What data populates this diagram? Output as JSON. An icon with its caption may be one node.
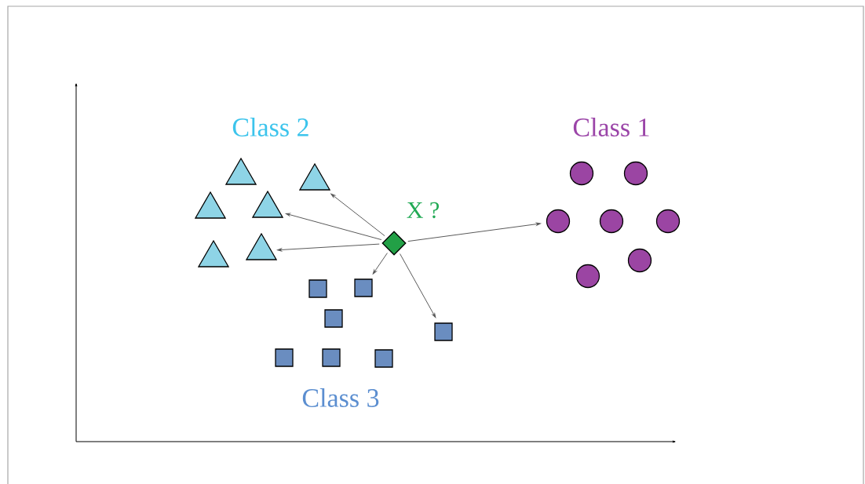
{
  "diagram": {
    "nodes": [
      {
        "text": [],
        "shape": "triangle"
      },
      {
        "text": [],
        "shape": "triangle"
      },
      {
        "text": [],
        "shape": "triangle"
      },
      {
        "text": [],
        "shape": "triangle"
      },
      {
        "text": [],
        "shape": "triangle"
      },
      {
        "text": [],
        "shape": "triangle"
      },
      {
        "text": [],
        "shape": "diamond",
        "beside": [
          "X ?"
        ]
      },
      {
        "text": [],
        "shape": "circle"
      },
      {
        "text": [],
        "shape": "circle"
      },
      {
        "text": [],
        "shape": "circle"
      },
      {
        "text": [],
        "shape": "circle"
      },
      {
        "text": [],
        "shape": "circle"
      },
      {
        "text": [],
        "shape": "circle"
      },
      {
        "text": [],
        "shape": "circle"
      },
      {
        "text": [],
        "shape": "box"
      },
      {
        "text": [],
        "shape": "box"
      },
      {
        "text": [],
        "shape": "box"
      },
      {
        "text": [],
        "shape": "box"
      },
      {
        "text": [],
        "shape": "box"
      },
      {
        "text": [],
        "shape": "box"
      },
      {
        "text": [],
        "shape": "box"
      }
    ],
    "edges": [
      {
        "from": 6,
        "to": 1,
        "arrow": "to"
      },
      {
        "from": 6,
        "to": 3,
        "arrow": "to"
      },
      {
        "from": 6,
        "to": 5,
        "arrow": "to"
      },
      {
        "from": 6,
        "to": 15,
        "arrow": "to"
      },
      {
        "from": 6,
        "to": 17,
        "arrow": "to"
      },
      {
        "from": 6,
        "to": 9,
        "arrow": "to"
      }
    ],
    "labels": [
      "Class 2",
      "Class 1",
      "Class 3"
    ]
  }
}
